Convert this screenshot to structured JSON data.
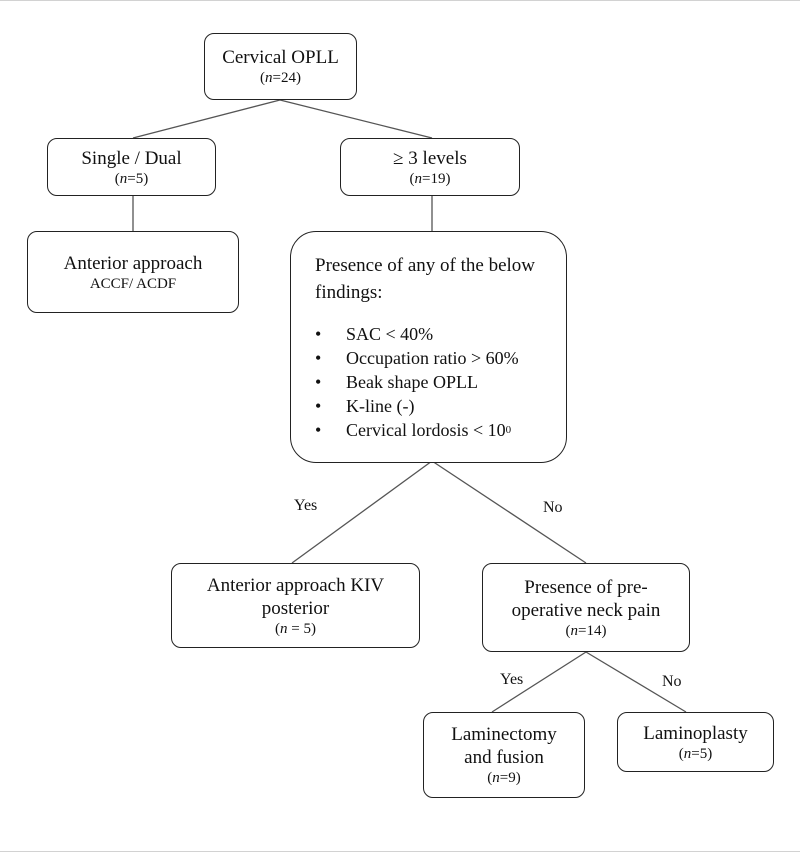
{
  "root": {
    "title": "Cervical OPLL",
    "n_symbol": "n",
    "n_suffix": "=24"
  },
  "single_dual": {
    "title": "Single / Dual",
    "n_symbol": "n",
    "n_suffix": "=5"
  },
  "three_levels": {
    "title": "≥ 3 levels",
    "n_symbol": "n",
    "n_suffix": "=19"
  },
  "anterior_approach": {
    "title": "Anterior approach",
    "detail": "ACCF/ ACDF"
  },
  "findings": {
    "intro": "Presence of any of the below findings:",
    "bullet": "•",
    "items": {
      "sac": "SAC < 40%",
      "occupation": "Occupation ratio > 60%",
      "beak": "Beak shape OPLL",
      "kline": "K-line (-)",
      "lordosis": "Cervical lordosis < 10",
      "lordosis_sup": "0"
    }
  },
  "edges": {
    "yes_1": "Yes",
    "no_1": "No",
    "yes_2": "Yes",
    "no_2": "No"
  },
  "anterior_kiv": {
    "line1": "Anterior approach KIV",
    "line2": "posterior",
    "n_symbol": "n",
    "n_suffix": " = 5"
  },
  "neck_pain": {
    "line1": "Presence of pre-",
    "line2": "operative neck pain",
    "n_symbol": "n",
    "n_suffix": "=14"
  },
  "laminectomy": {
    "line1": "Laminectomy",
    "line2": "and fusion",
    "n_symbol": "n",
    "n_suffix": "=9"
  },
  "laminoplasty": {
    "title": "Laminoplasty",
    "n_symbol": "n",
    "n_suffix": "=5"
  }
}
